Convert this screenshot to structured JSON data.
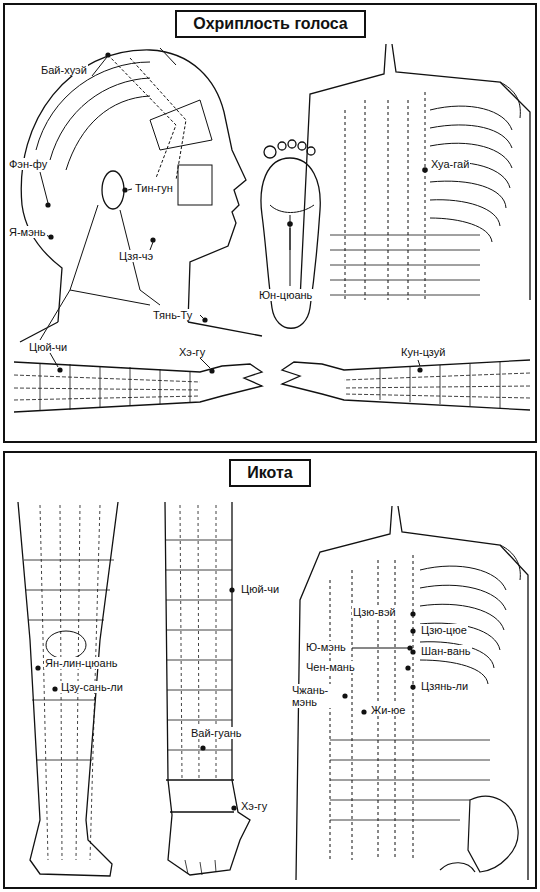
{
  "diagram": {
    "nodes": [
      {
        "text": [
          "Охриплость голоса"
        ]
      },
      {
        "text": [
          "Икота"
        ]
      }
    ],
    "labels": [
      "Бай-хуэй",
      "Хуа-гай",
      "Фэн-фу",
      "Тин-гун",
      "Цзя-чэ",
      "Я-мэнь",
      "Юн-цюань",
      "Тянь-Ту",
      "Цюй-чи",
      "Хэ-гу",
      "Кун-цзуй",
      "Ян-лин-цюань",
      "Цзу-сань-ли",
      "Цюй-чи",
      "Цзю-вэй",
      "Цзю-цюе",
      "Ю-мэнь",
      "Шан-вань",
      "Чен-мань",
      "Чжань-мэнь",
      "Цзянь-ли",
      "Вай-гуань",
      "Жи-юе",
      "Хэ-гу"
    ]
  }
}
